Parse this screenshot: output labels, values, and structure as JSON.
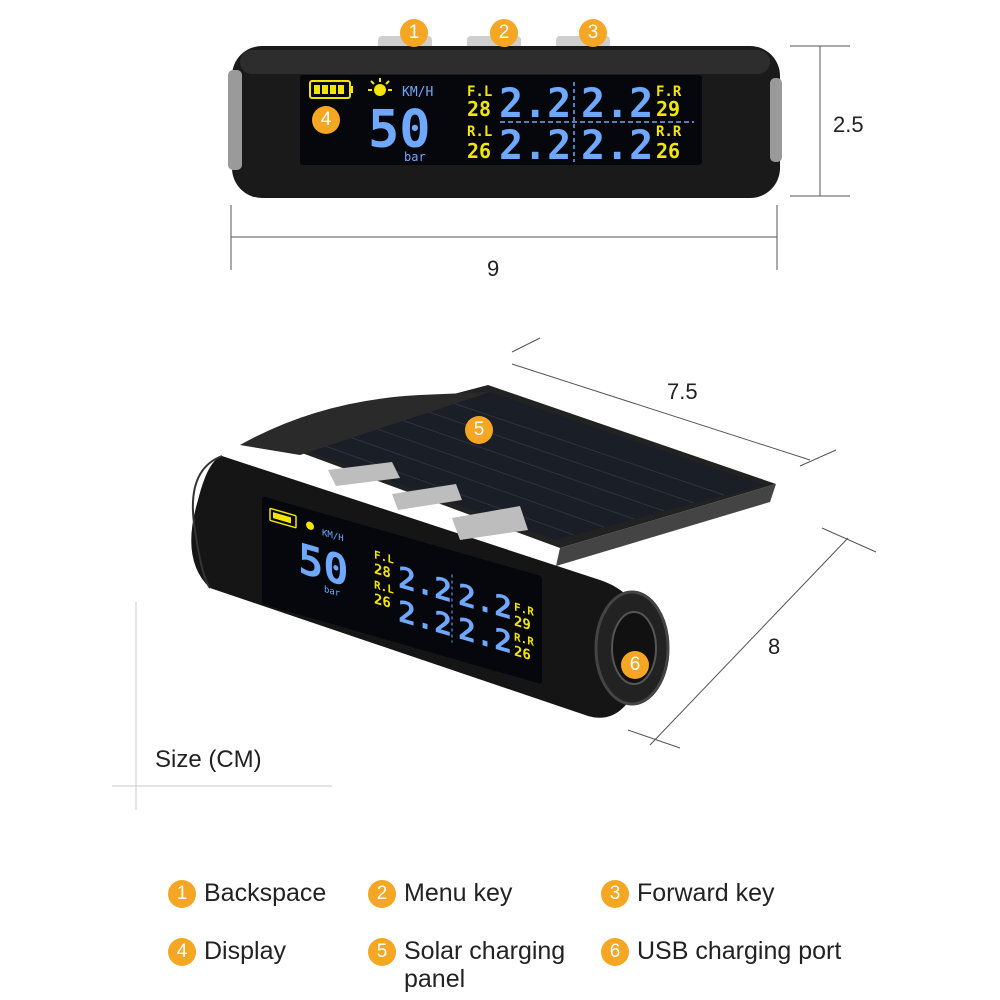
{
  "top_view": {
    "callouts": [
      "1",
      "2",
      "3",
      "4"
    ],
    "height_dimension": "2.5",
    "width_dimension": "9"
  },
  "perspective_view": {
    "callouts": [
      "5",
      "6"
    ],
    "depth_dimension": "7.5",
    "length_dimension": "8"
  },
  "display": {
    "speed": "50",
    "speed_unit": "KM/H",
    "pressure_unit": "bar",
    "fl_label": "F.L",
    "fl_temp": "28",
    "fl_pressure": "2.2",
    "fr_label": "F.R",
    "fr_temp": "29",
    "fr_pressure": "2.2",
    "rl_label": "R.L",
    "rl_temp": "26",
    "rl_pressure": "2.2",
    "rr_label": "R.R",
    "rr_temp": "26",
    "rr_pressure": "2.2"
  },
  "size_label": "Size (CM)",
  "legend": [
    {
      "num": "1",
      "label": "Backspace"
    },
    {
      "num": "2",
      "label": "Menu key"
    },
    {
      "num": "3",
      "label": "Forward key"
    },
    {
      "num": "4",
      "label": "Display"
    },
    {
      "num": "5",
      "label": "Solar charging panel"
    },
    {
      "num": "6",
      "label": "USB charging port"
    }
  ],
  "colors": {
    "accent": "#f5a623",
    "lcd_blue": "#6ea8ff",
    "lcd_yellow": "#f2e600",
    "device_body": "#1c1c1c"
  }
}
